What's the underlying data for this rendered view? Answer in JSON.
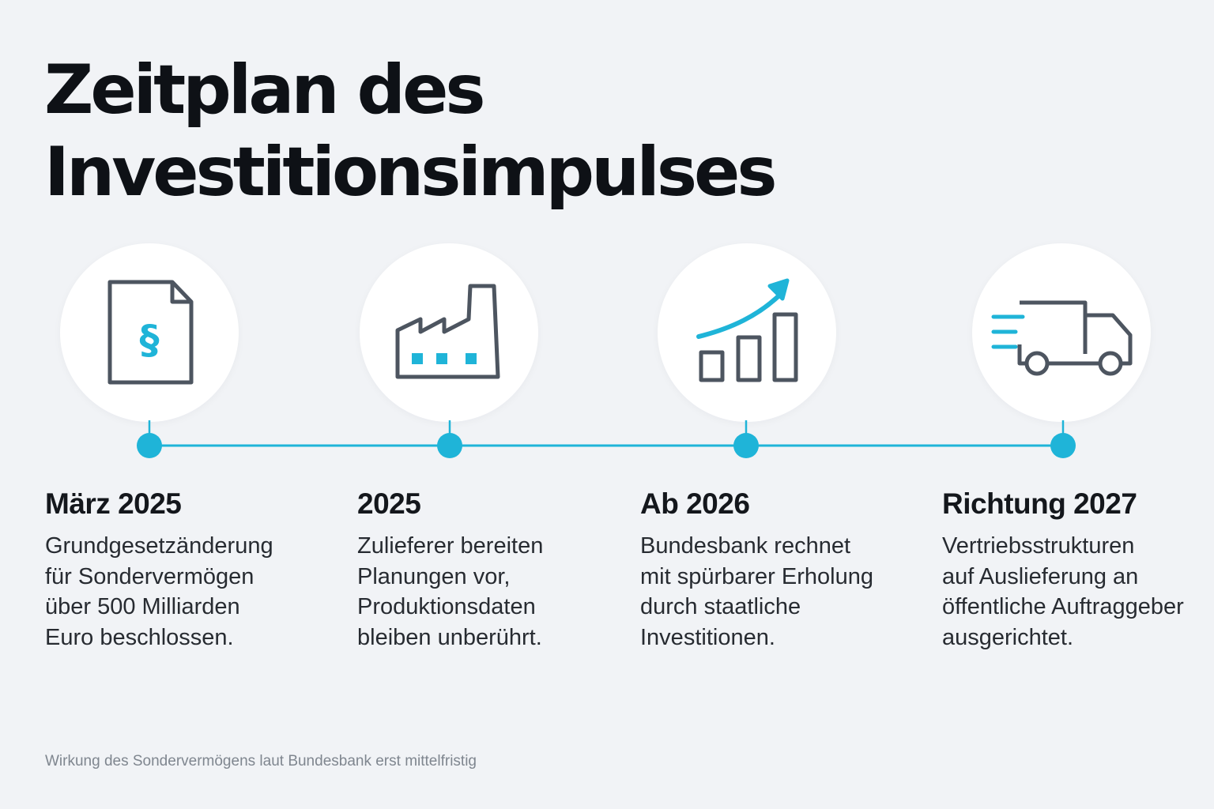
{
  "title": {
    "line1": "Zeitplan des",
    "line2": "Investitionsimpulses"
  },
  "colors": {
    "background": "#f1f3f6",
    "accent": "#1fb4d8",
    "icon_stroke": "#4d5560",
    "text": "#111418"
  },
  "steps": [
    {
      "icon": "paragraph-document-icon",
      "date": "März 2025",
      "lines": [
        "Grundgesetzänderung",
        "für Sondervermögen",
        "über 500 Milliarden",
        "Euro beschlossen."
      ],
      "icon_glyph": "§"
    },
    {
      "icon": "factory-icon",
      "date": "2025",
      "lines": [
        "Zulieferer bereiten",
        "Planungen vor,",
        "Produktionsdaten",
        "bleiben unberührt."
      ]
    },
    {
      "icon": "rising-bar-chart-icon",
      "date": "Ab 2026",
      "lines": [
        "Bundesbank rechnet",
        "mit spürbarer Erholung",
        "durch staatliche",
        "Investitionen."
      ]
    },
    {
      "icon": "delivery-truck-icon",
      "date": "Richtung 2027",
      "lines": [
        "Vertriebsstrukturen",
        "auf Auslieferung an",
        "öffentliche Auftraggeber",
        "ausgerichtet."
      ]
    }
  ],
  "footnote": "Wirkung des Sondervermögens laut Bundesbank erst mittelfristig"
}
